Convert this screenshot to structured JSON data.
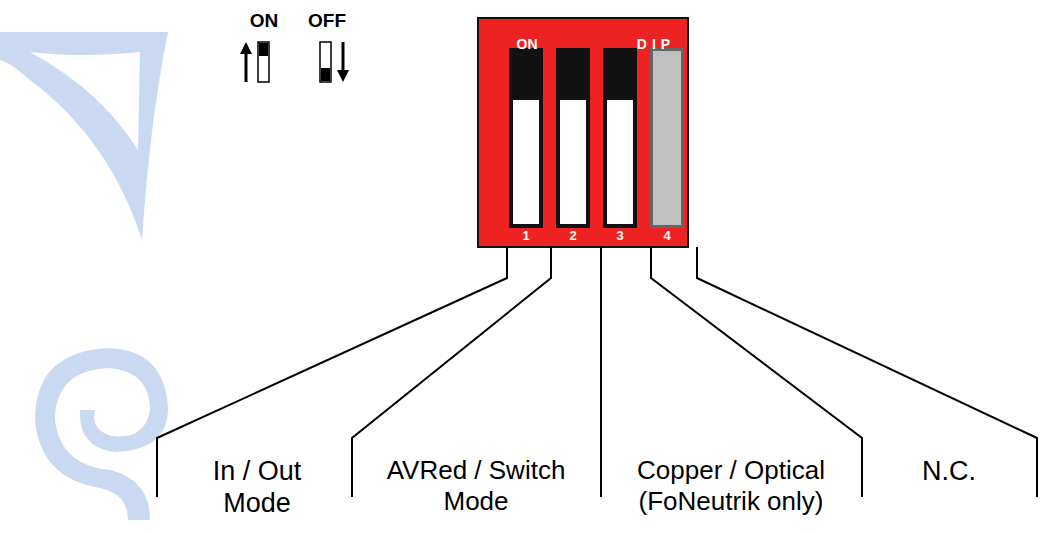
{
  "diagram": {
    "labels": [
      "ON",
      "OFF",
      "ON",
      "DIP",
      "1",
      "2",
      "3",
      "4",
      "In / Out Mode",
      "AVRed / Switch Mode",
      "Copper / Optical (FoNeutrik only)",
      "N.C."
    ]
  }
}
